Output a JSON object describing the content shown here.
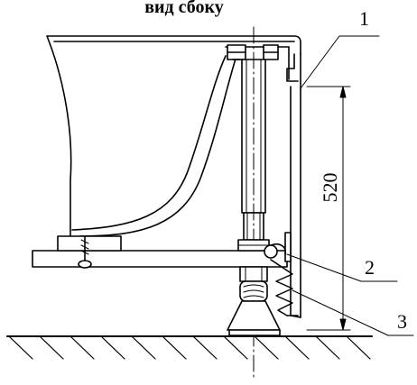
{
  "drawing": {
    "title": "вид сбоку",
    "callouts": [
      "1",
      "2",
      "3"
    ],
    "dimension": "520"
  }
}
